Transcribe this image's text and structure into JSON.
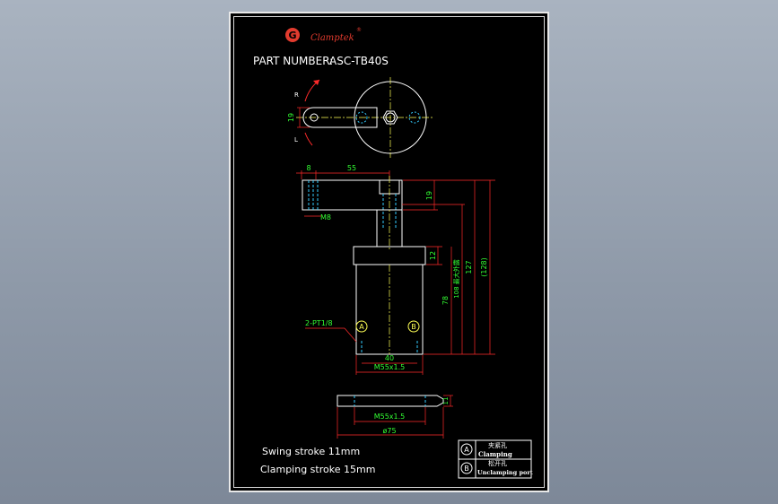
{
  "logo": {
    "brand": "Clamptek",
    "registered": "®",
    "mark": "G"
  },
  "part_number": {
    "label": "PART NUMBER:",
    "value": "ASC-TB40S"
  },
  "top_view": {
    "rotation_r": "R",
    "rotation_l": "L",
    "arm_width": "19"
  },
  "side_view": {
    "dim_8": "8",
    "dim_55": "55",
    "dim_19": "19",
    "thread_m8": "M8",
    "dim_12": "12",
    "dim_78": "78",
    "dim_108": "108 最大外露",
    "dim_127": "127",
    "dim_128": "(128)",
    "port_note": "2-PT1/8",
    "port_a": "A",
    "port_b": "B",
    "dim_40": "40",
    "thread_main": "M55x1.5"
  },
  "nut_view": {
    "dim_11": "11",
    "thread": "M55x1.5",
    "diameter": "ø75"
  },
  "notes": {
    "swing_stroke": "Swing stroke 11mm",
    "clamping_stroke": "Clamping stroke 15mm"
  },
  "port_table": [
    {
      "symbol": "A",
      "cn": "夹紧孔",
      "en": "Clamping"
    },
    {
      "symbol": "B",
      "cn": "松开孔",
      "en": "Unclamping port"
    }
  ],
  "colors": {
    "outline": "#ffffff",
    "dimension": "#ff2a2a",
    "dim_text": "#33ff33",
    "hidden": "#33ccff",
    "center": "#ffff55",
    "logo_red": "#e23b2e"
  }
}
